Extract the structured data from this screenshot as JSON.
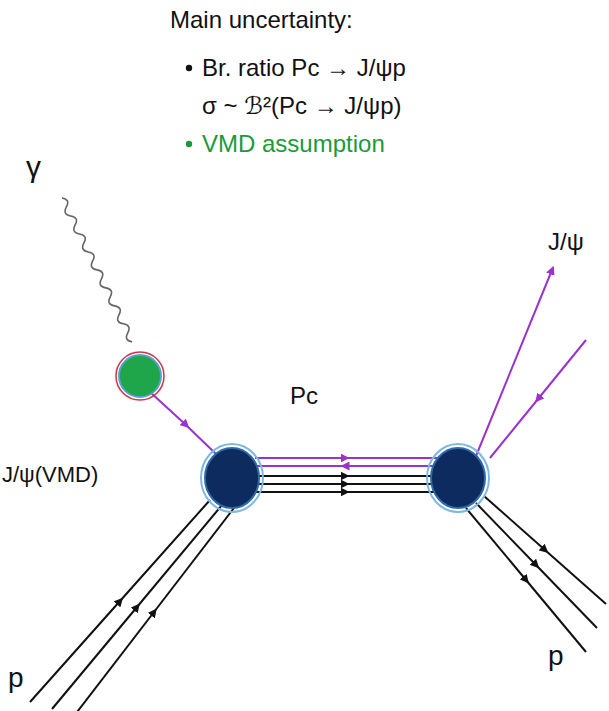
{
  "diagram": {
    "title": "Main uncertainty:",
    "labels": [
      "Br. ratio Pc → J/ψp",
      "σ ~ ℬ²(Pc → J/ψp)",
      "VMD assumption",
      "γ",
      "J/ψ",
      "Pc",
      "J/ψ(VMD)",
      "p",
      "p"
    ]
  }
}
